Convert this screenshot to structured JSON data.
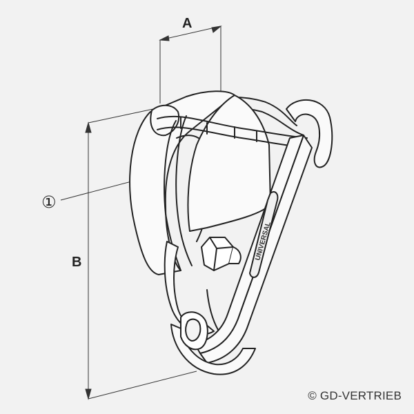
{
  "labels": {
    "dim_a": "A",
    "dim_b": "B",
    "callout_1": "①",
    "brand_mark": "UNIVERSAL"
  },
  "copyright": "© GD-VERTRIEB"
}
